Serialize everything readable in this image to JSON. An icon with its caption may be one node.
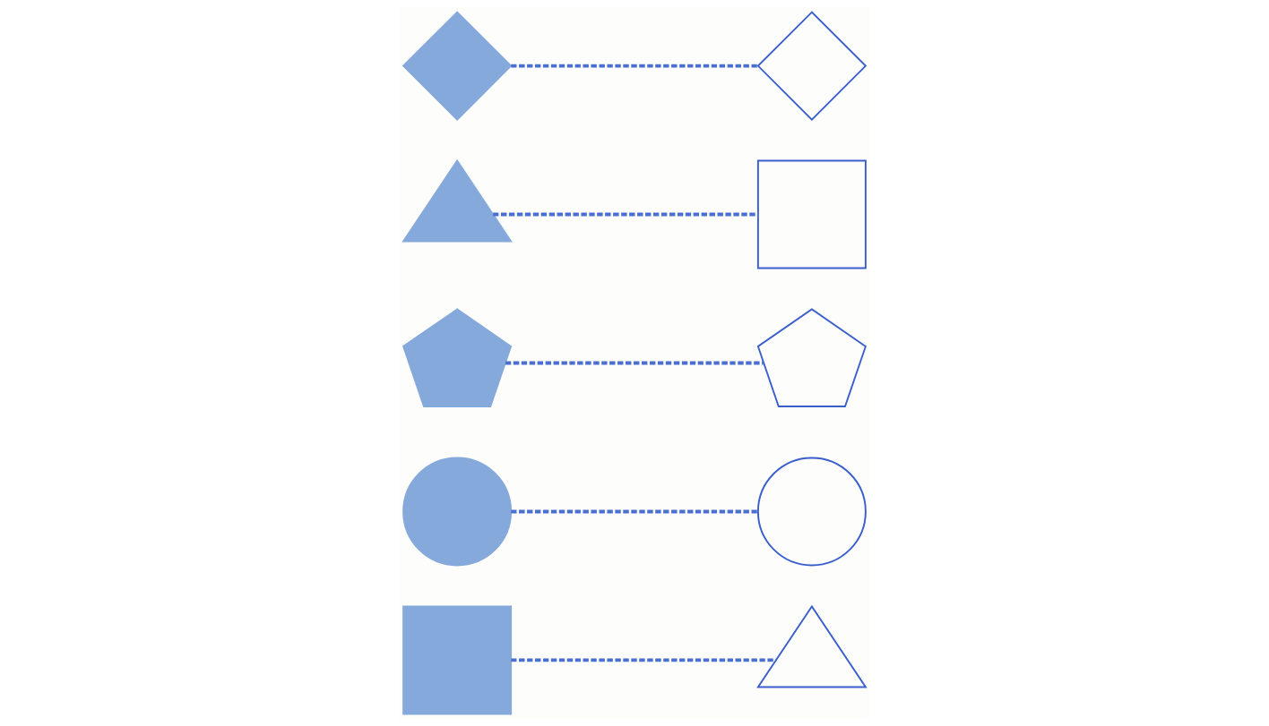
{
  "diagram": {
    "nodes": [
      {
        "text": [],
        "shape": "box"
      },
      {
        "text": [],
        "shape": "circle"
      },
      {
        "text": [],
        "shape": "pentagon"
      },
      {
        "text": [],
        "shape": "triangle"
      },
      {
        "text": [],
        "shape": "diamond"
      },
      {
        "text": [],
        "shape": "pentagon"
      },
      {
        "text": [],
        "shape": "triangle"
      },
      {
        "text": [],
        "shape": "diamond"
      },
      {
        "text": [],
        "shape": "box"
      },
      {
        "text": [],
        "shape": "circle"
      }
    ],
    "edges": [
      {
        "from": 0,
        "to": 6,
        "arrow": "none",
        "style": "dashed"
      },
      {
        "from": 1,
        "to": 9,
        "arrow": "none",
        "style": "dashed"
      },
      {
        "from": 2,
        "to": 5,
        "arrow": "none",
        "style": "dashed"
      },
      {
        "from": 3,
        "to": 8,
        "arrow": "none",
        "style": "dashed"
      },
      {
        "from": 4,
        "to": 7,
        "arrow": "none",
        "style": "dashed"
      }
    ]
  }
}
